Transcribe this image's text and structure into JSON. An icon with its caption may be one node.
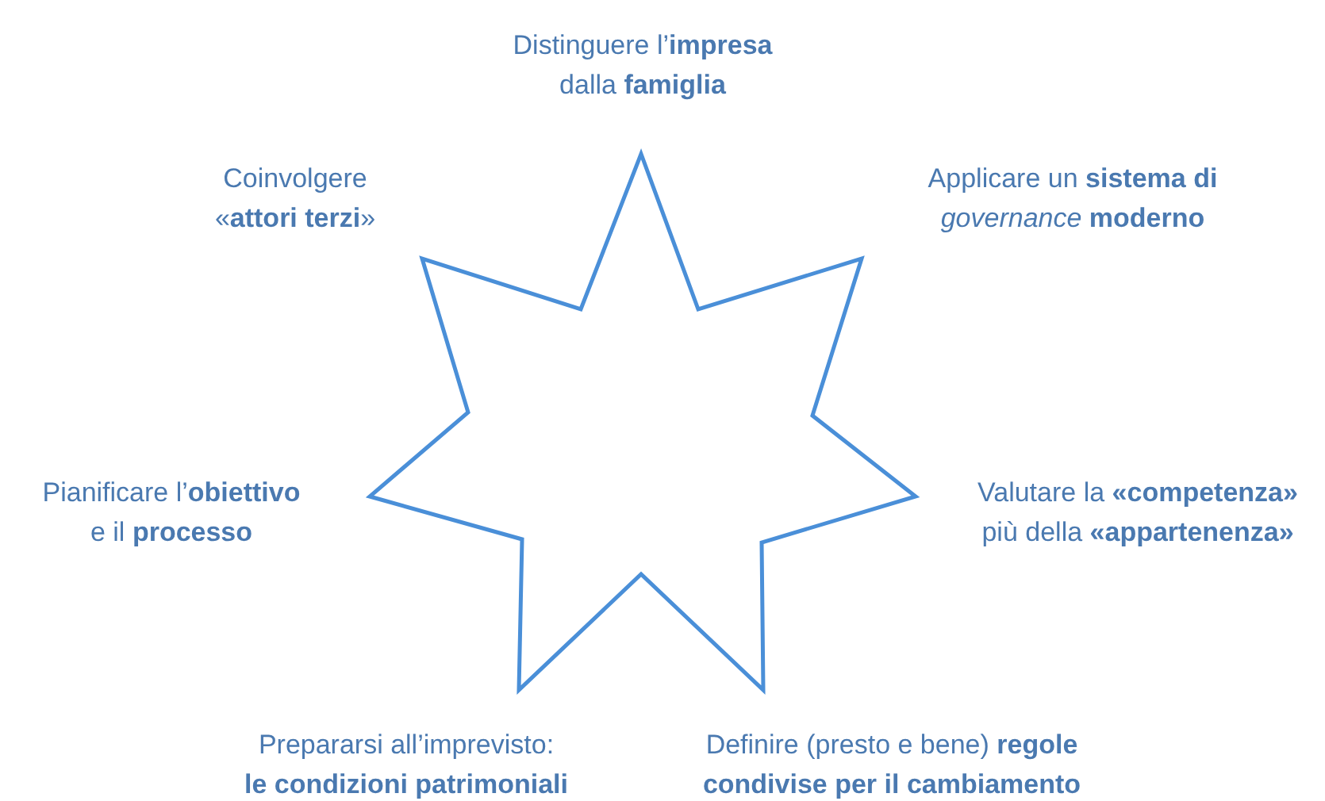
{
  "diagram": {
    "nodes": [
      {
        "text": [],
        "shape": "star"
      }
    ],
    "labels": [
      "Distinguere l’**impresa** dalla **famiglia**",
      "Coinvolgere «**attori terzi**»",
      "Applicare un **sistema** **di** *governance* **moderno**",
      "Pianificare l’**obiettivo** e il **processo**",
      "Valutare la **«competenza»** più della **«appartenenza»**",
      "Prepararsi all’imprevisto: **le condizioni patrimoniali**",
      "Definire (presto e bene) **regole** **condivise per il cambiamento**"
    ]
  }
}
